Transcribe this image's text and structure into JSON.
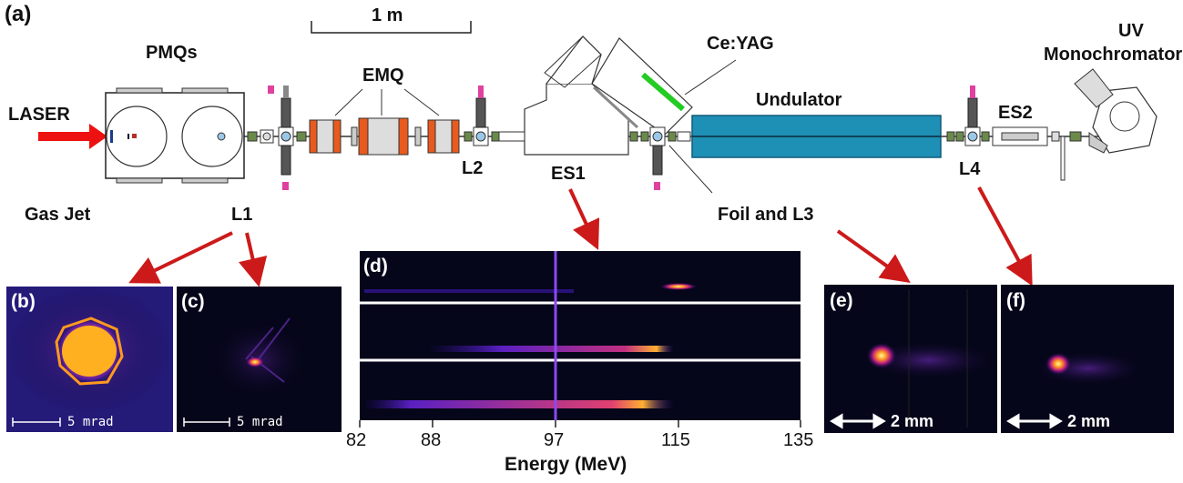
{
  "panel_a": {
    "panel_label": "(a)",
    "scale_bar": "1 m",
    "labels": {
      "laser": "LASER",
      "pmqs": "PMQs",
      "gas_jet": "Gas Jet",
      "l1": "L1",
      "emq": "EMQ",
      "l2": "L2",
      "es1": "ES1",
      "ceyag": "Ce:YAG",
      "undulator": "Undulator",
      "foil_l3": "Foil and L3",
      "l4": "L4",
      "es2": "ES2",
      "uv_line1": "UV",
      "uv_line2": "Monochromator"
    }
  },
  "panel_b": {
    "label": "(b)",
    "scale": "5 mrad"
  },
  "panel_c": {
    "label": "(c)",
    "scale": "5 mrad"
  },
  "panel_d": {
    "label": "(d)",
    "xlabel": "Energy (MeV)",
    "ticks": [
      "82",
      "88",
      "97",
      "115",
      "135"
    ]
  },
  "panel_e": {
    "label": "(e)",
    "scale": "2 mm"
  },
  "panel_f": {
    "label": "(f)",
    "scale": "2 mm"
  },
  "colors": {
    "arrow": "#cc1a1a",
    "laser_arrow": "#ee1111",
    "undulator": "#1e8fb5",
    "ceyag": "#22cc22",
    "quad": "#e85a1e"
  }
}
